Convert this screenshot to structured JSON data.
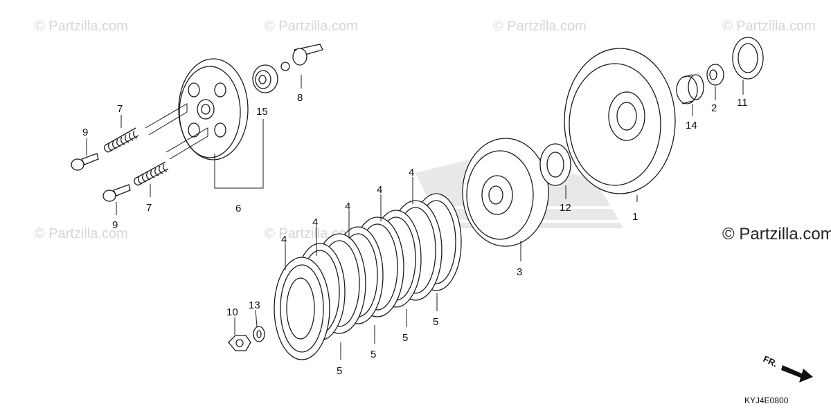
{
  "watermark": {
    "faint_text": "© Partzilla.com",
    "main_text": "© Partzilla.com"
  },
  "callouts": [
    {
      "id": "c1",
      "label": "1"
    },
    {
      "id": "c2",
      "label": "2"
    },
    {
      "id": "c3",
      "label": "3"
    },
    {
      "id": "c4a",
      "label": "4"
    },
    {
      "id": "c4b",
      "label": "4"
    },
    {
      "id": "c4c",
      "label": "4"
    },
    {
      "id": "c4d",
      "label": "4"
    },
    {
      "id": "c4e",
      "label": "4"
    },
    {
      "id": "c5a",
      "label": "5"
    },
    {
      "id": "c5b",
      "label": "5"
    },
    {
      "id": "c5c",
      "label": "5"
    },
    {
      "id": "c5d",
      "label": "5"
    },
    {
      "id": "c6",
      "label": "6"
    },
    {
      "id": "c7a",
      "label": "7"
    },
    {
      "id": "c7b",
      "label": "7"
    },
    {
      "id": "c8",
      "label": "8"
    },
    {
      "id": "c9a",
      "label": "9"
    },
    {
      "id": "c9b",
      "label": "9"
    },
    {
      "id": "c10",
      "label": "10"
    },
    {
      "id": "c11",
      "label": "11"
    },
    {
      "id": "c12",
      "label": "12"
    },
    {
      "id": "c13",
      "label": "13"
    },
    {
      "id": "c14",
      "label": "14"
    },
    {
      "id": "c15",
      "label": "15"
    }
  ],
  "direction_label": "FR.",
  "diagram_code": "KYJ4E0800"
}
